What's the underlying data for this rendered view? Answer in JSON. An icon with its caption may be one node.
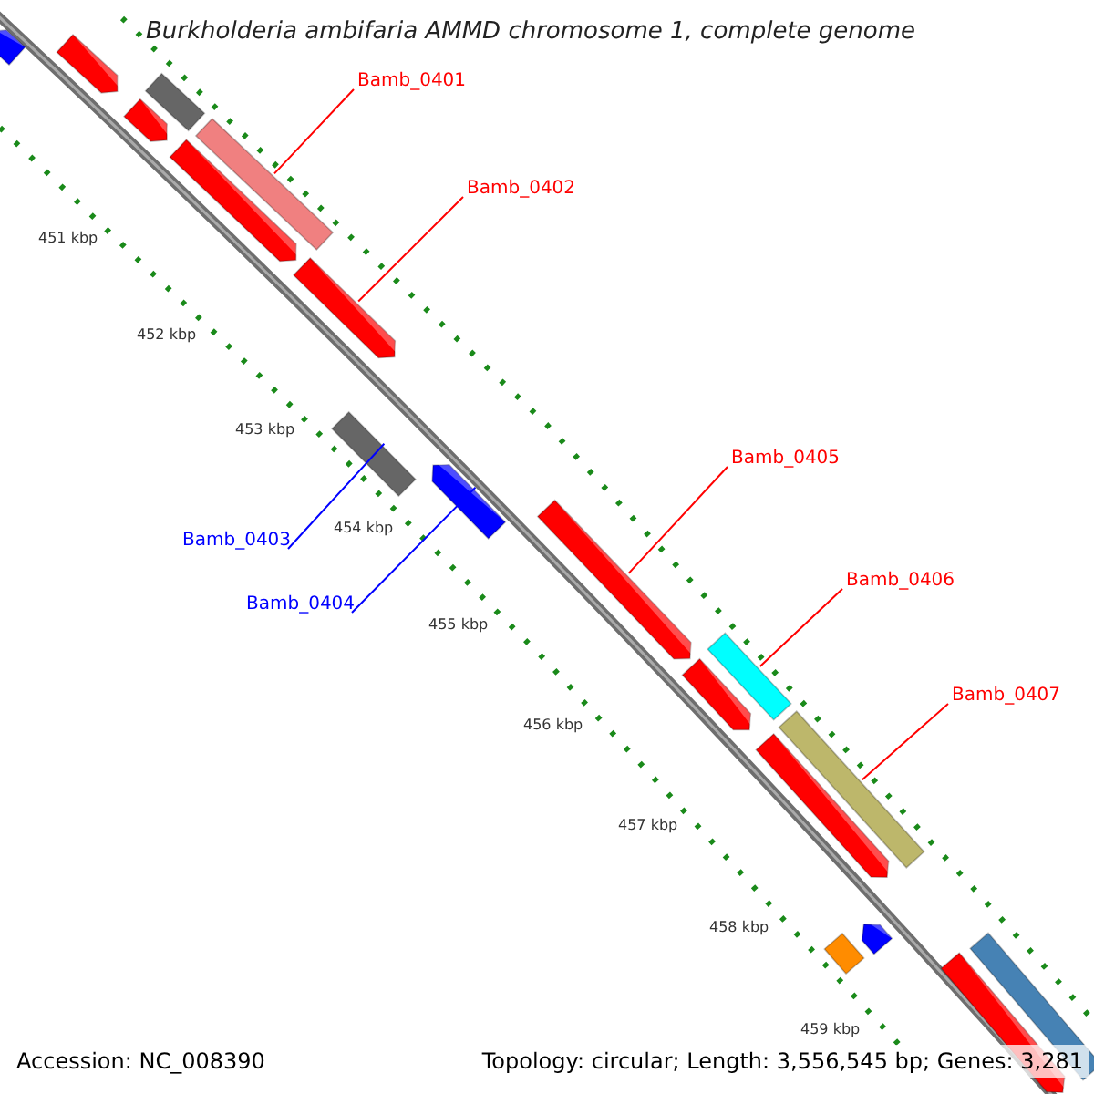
{
  "diagram": {
    "title": "Burkholderia ambifaria AMMD chromosome 1, complete genome",
    "nodes": [
      {
        "text": [
          "Bamb_0401"
        ]
      },
      {
        "text": [],
        "shape": "box"
      },
      {
        "text": [
          "Bamb_0402"
        ]
      },
      {
        "text": [],
        "shape": "arrow"
      },
      {
        "text": [
          "Bamb_0403"
        ]
      },
      {
        "text": [],
        "shape": "box"
      },
      {
        "text": [
          "Bamb_0404"
        ]
      },
      {
        "text": [],
        "shape": "arrow"
      },
      {
        "text": [
          "Bamb_0405"
        ]
      },
      {
        "text": [],
        "shape": "arrow"
      },
      {
        "text": [
          "Bamb_0406"
        ]
      },
      {
        "text": [],
        "shape": "box"
      },
      {
        "text": [
          "Bamb_0407"
        ]
      },
      {
        "text": [],
        "shape": "box"
      },
      {
        "text": [],
        "shape": "arrow"
      },
      {
        "text": [],
        "shape": "arrow"
      },
      {
        "text": [],
        "shape": "box"
      },
      {
        "text": [],
        "shape": "arrow"
      },
      {
        "text": [],
        "shape": "arrow"
      },
      {
        "text": [],
        "shape": "arrow"
      },
      {
        "text": [],
        "shape": "arrow"
      },
      {
        "text": [],
        "shape": "arrow"
      },
      {
        "text": [],
        "shape": "box"
      },
      {
        "text": [],
        "shape": "arrow"
      },
      {
        "text": [],
        "shape": "box"
      }
    ],
    "edges": [
      {
        "from": 0,
        "to": 1,
        "arrow": "none"
      },
      {
        "from": 2,
        "to": 3,
        "arrow": "none"
      },
      {
        "from": 4,
        "to": 5,
        "arrow": "none",
        "color": "#0000ff"
      },
      {
        "from": 6,
        "to": 7,
        "arrow": "none",
        "color": "#0000ff"
      },
      {
        "from": 8,
        "to": 9,
        "arrow": "none"
      },
      {
        "from": 10,
        "to": 11,
        "arrow": "none"
      },
      {
        "from": 12,
        "to": 13,
        "arrow": "none"
      }
    ],
    "labels": [
      "451 kbp",
      "452 kbp",
      "453 kbp",
      "454 kbp",
      "455 kbp",
      "456 kbp",
      "457 kbp",
      "458 kbp",
      "459 kbp",
      "Accession: NC_008390",
      "Topology: circular; Length: 3,556,545 bp; Genes: 3,281"
    ]
  }
}
